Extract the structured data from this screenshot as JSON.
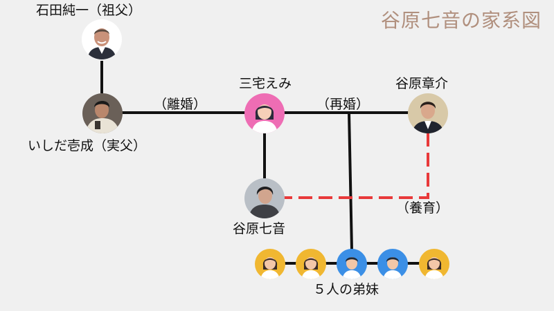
{
  "title": "谷原七音の家系図",
  "people": {
    "grandfather": "石田純一（祖父）",
    "biological_father": "いしだ壱成（実父）",
    "mother": "三宅えみ",
    "stepfather": "谷原章介",
    "subject": "谷原七音",
    "siblings": "５人の弟妹"
  },
  "relations": {
    "divorce": "（離婚）",
    "remarriage": "（再婚）",
    "foster": "（養育）"
  },
  "colors": {
    "title": "#b08f7d",
    "line": "#111111",
    "foster_line": "#e8393a",
    "mother_bg": "#ee6db4",
    "sibling_yellow": "#f0b731",
    "sibling_blue": "#3b8fe6"
  }
}
